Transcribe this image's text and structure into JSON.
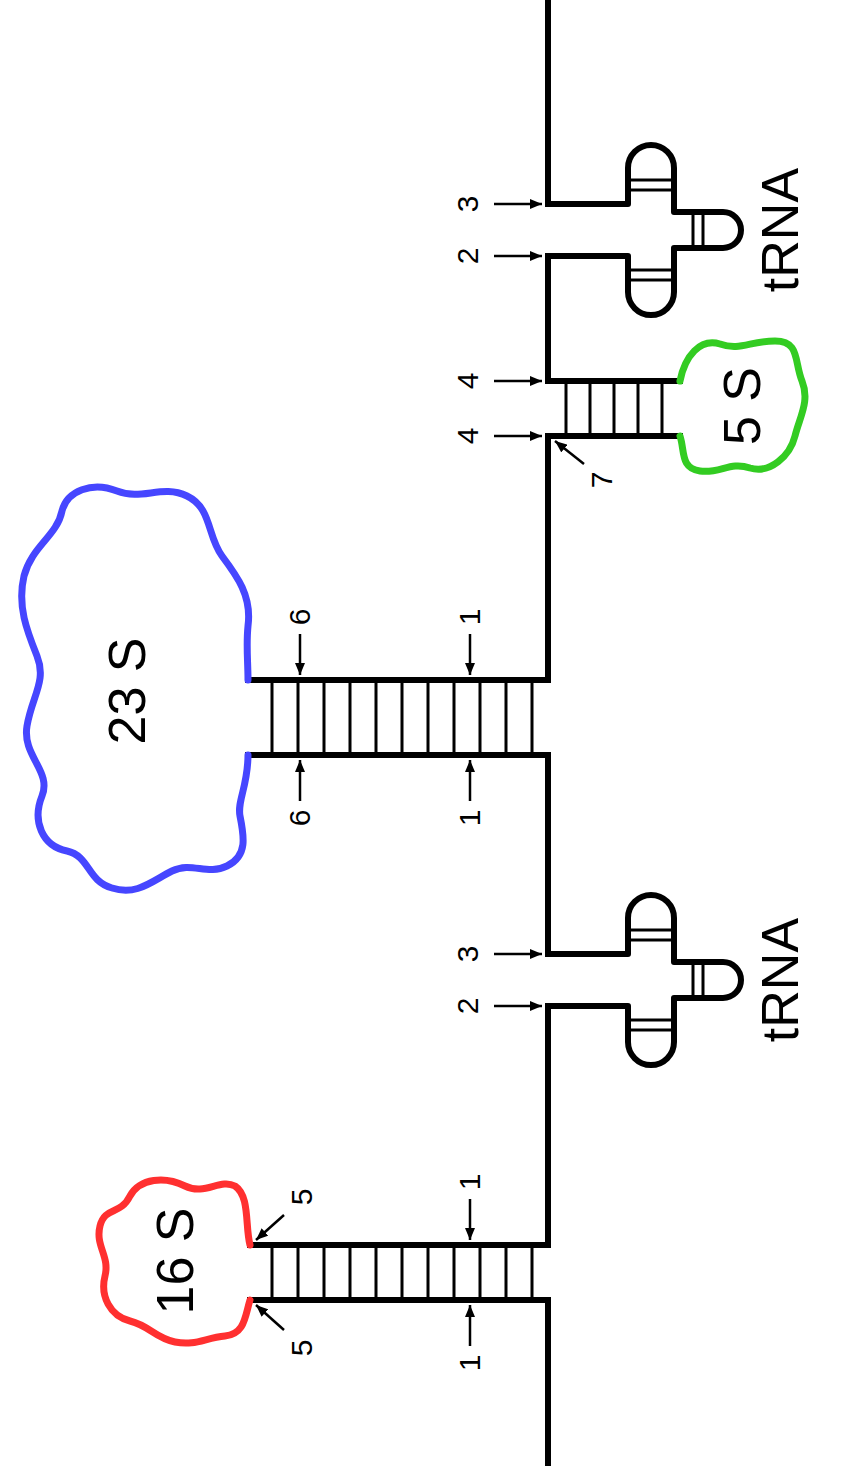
{
  "diagram": {
    "nodes": [
      {
        "text": [
          "16 S"
        ]
      },
      {
        "text": [
          "tRNA"
        ]
      },
      {
        "text": [
          "23 S"
        ]
      },
      {
        "text": [
          "5 S"
        ]
      },
      {
        "text": [
          "tRNA"
        ]
      }
    ],
    "labels": [
      "1",
      "1",
      "5",
      "5",
      "2",
      "3",
      "6",
      "1",
      "6",
      "1",
      "4",
      "7",
      "4",
      "2",
      "3"
    ]
  }
}
